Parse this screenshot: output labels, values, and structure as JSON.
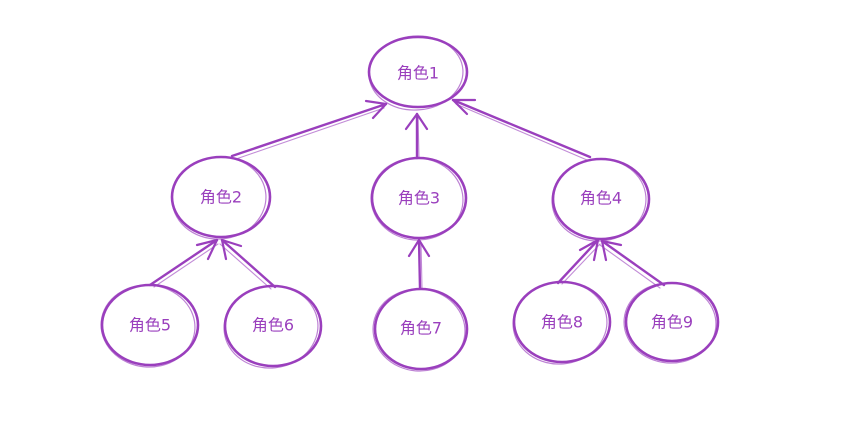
{
  "diagram": {
    "nodes": [
      {
        "id": "n1",
        "label": "角色1"
      },
      {
        "id": "n2",
        "label": "角色2"
      },
      {
        "id": "n3",
        "label": "角色3"
      },
      {
        "id": "n4",
        "label": "角色4"
      },
      {
        "id": "n5",
        "label": "角色5"
      },
      {
        "id": "n6",
        "label": "角色6"
      },
      {
        "id": "n7",
        "label": "角色7"
      },
      {
        "id": "n8",
        "label": "角色8"
      },
      {
        "id": "n9",
        "label": "角色9"
      }
    ],
    "edges": [
      {
        "from": "n2",
        "to": "n1"
      },
      {
        "from": "n3",
        "to": "n1"
      },
      {
        "from": "n4",
        "to": "n1"
      },
      {
        "from": "n5",
        "to": "n2"
      },
      {
        "from": "n6",
        "to": "n2"
      },
      {
        "from": "n7",
        "to": "n3"
      },
      {
        "from": "n8",
        "to": "n4"
      },
      {
        "from": "n9",
        "to": "n4"
      }
    ],
    "stroke_color": "#9a3fbd"
  }
}
